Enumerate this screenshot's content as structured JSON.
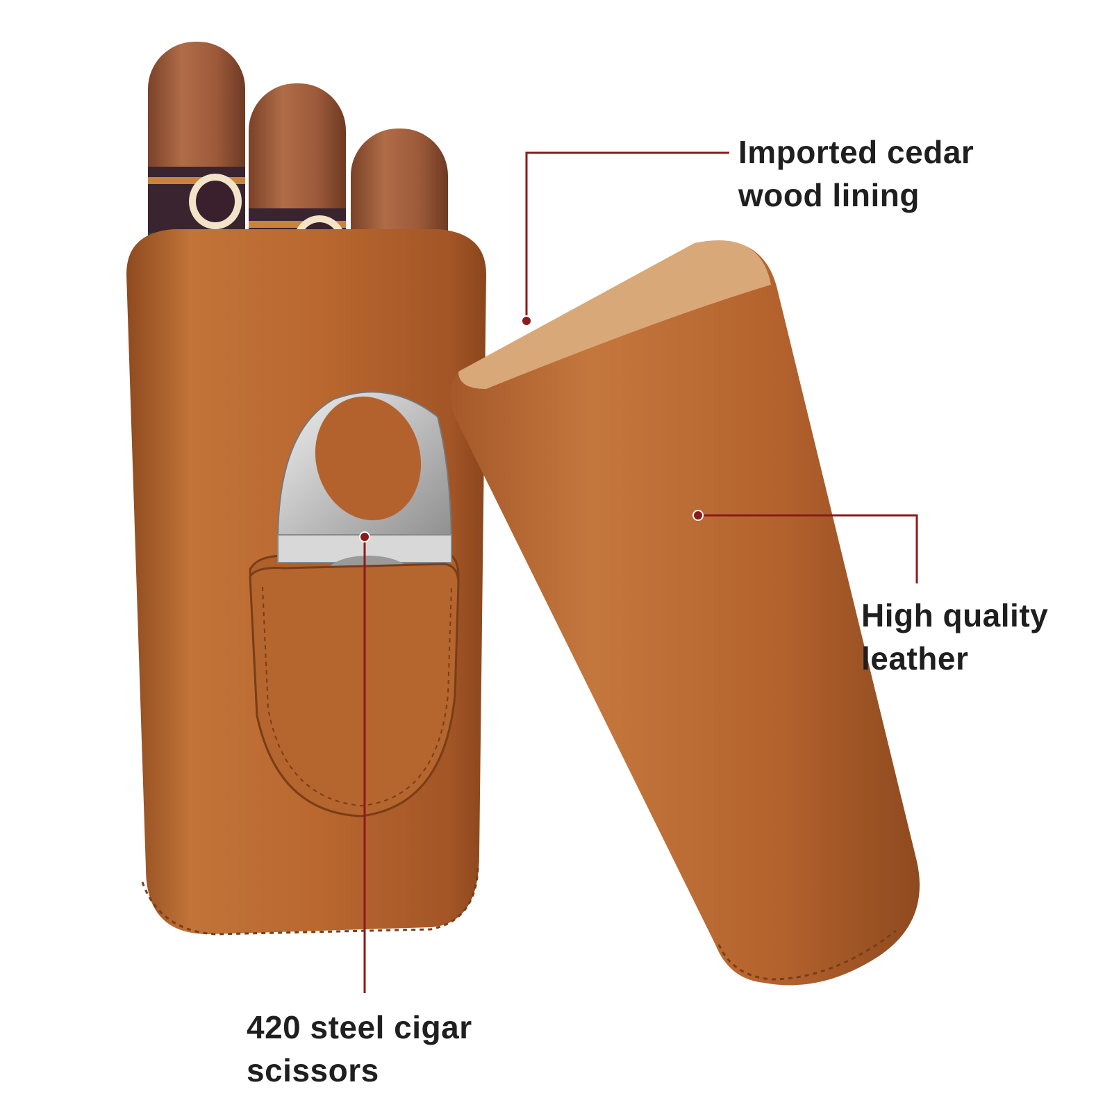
{
  "callouts": {
    "cedar": {
      "line1": "Imported cedar",
      "line2": "wood lining"
    },
    "leather": {
      "line1": "High quality",
      "line2": "leather"
    },
    "scissors": {
      "line1": "420 steel cigar",
      "line2": "scissors"
    }
  },
  "colors": {
    "leather": "#b4622d",
    "leather_dark": "#8e4a1f",
    "leather_light": "#c97a43",
    "cedar": "#d9a878",
    "cigar": "#9a5a3a",
    "steel": "#c9c9c9",
    "callout_line": "#8b1a1a",
    "text": "#1f1f1f"
  }
}
